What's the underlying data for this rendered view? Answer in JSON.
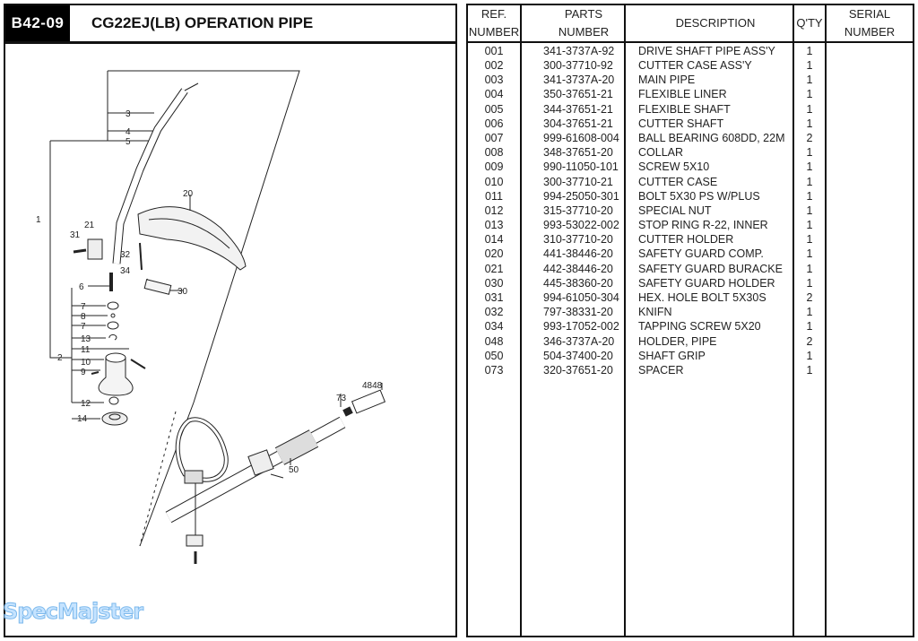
{
  "header": {
    "code": "B42-09",
    "title": "CG22EJ(LB)  OPERATION PIPE"
  },
  "diagram": {
    "callouts": [
      "1",
      "2",
      "3",
      "4",
      "5",
      "6",
      "7",
      "8",
      "7",
      "13",
      "11",
      "10",
      "9",
      "12",
      "14",
      "20",
      "21",
      "31",
      "32",
      "34",
      "30",
      "73",
      "4848",
      "50"
    ]
  },
  "watermark": "SpecMajster",
  "table": {
    "headers": {
      "ref": [
        "REF.",
        "NUMBER"
      ],
      "part": [
        "PARTS",
        "NUMBER"
      ],
      "desc": "DESCRIPTION",
      "qty": "Q'TY",
      "serial": [
        "SERIAL",
        "NUMBER"
      ]
    },
    "rows": [
      {
        "ref": "001",
        "part": "341-3737A-92",
        "desc": "DRIVE SHAFT PIPE ASS'Y",
        "qty": "1",
        "serial": ""
      },
      {
        "ref": "002",
        "part": "300-37710-92",
        "desc": "CUTTER CASE ASS'Y",
        "qty": "1",
        "serial": ""
      },
      {
        "ref": "003",
        "part": "341-3737A-20",
        "desc": "MAIN PIPE",
        "qty": "1",
        "serial": ""
      },
      {
        "ref": "004",
        "part": "350-37651-21",
        "desc": "FLEXIBLE LINER",
        "qty": "1",
        "serial": ""
      },
      {
        "ref": "005",
        "part": "344-37651-21",
        "desc": "FLEXIBLE SHAFT",
        "qty": "1",
        "serial": ""
      },
      {
        "ref": "006",
        "part": "304-37651-21",
        "desc": "CUTTER SHAFT",
        "qty": "1",
        "serial": ""
      },
      {
        "ref": "007",
        "part": "999-61608-004",
        "desc": "BALL BEARING 608DD, 22M",
        "qty": "2",
        "serial": ""
      },
      {
        "ref": "008",
        "part": "348-37651-20",
        "desc": "COLLAR",
        "qty": "1",
        "serial": ""
      },
      {
        "ref": "009",
        "part": "990-11050-101",
        "desc": "SCREW 5X10",
        "qty": "1",
        "serial": ""
      },
      {
        "ref": "010",
        "part": "300-37710-21",
        "desc": "CUTTER CASE",
        "qty": "1",
        "serial": ""
      },
      {
        "ref": "011",
        "part": "994-25050-301",
        "desc": "BOLT 5X30 PS W/PLUS",
        "qty": "1",
        "serial": ""
      },
      {
        "ref": "012",
        "part": "315-37710-20",
        "desc": "SPECIAL NUT",
        "qty": "1",
        "serial": ""
      },
      {
        "ref": "013",
        "part": "993-53022-002",
        "desc": "STOP RING R-22, INNER",
        "qty": "1",
        "serial": ""
      },
      {
        "ref": "014",
        "part": "310-37710-20",
        "desc": "CUTTER HOLDER",
        "qty": "1",
        "serial": ""
      },
      {
        "ref": "020",
        "part": "441-38446-20",
        "desc": "SAFETY GUARD COMP.",
        "qty": "1",
        "serial": ""
      },
      {
        "ref": "021",
        "part": "442-38446-20",
        "desc": "SAFETY GUARD BURACKE",
        "qty": "1",
        "serial": ""
      },
      {
        "ref": "030",
        "part": "445-38360-20",
        "desc": "SAFETY GUARD HOLDER",
        "qty": "1",
        "serial": ""
      },
      {
        "ref": "031",
        "part": "994-61050-304",
        "desc": "HEX. HOLE BOLT 5X30S",
        "qty": "2",
        "serial": ""
      },
      {
        "ref": "032",
        "part": "797-38331-20",
        "desc": "KNIFN",
        "qty": "1",
        "serial": ""
      },
      {
        "ref": "034",
        "part": "993-17052-002",
        "desc": "TAPPING SCREW 5X20",
        "qty": "1",
        "serial": ""
      },
      {
        "ref": "048",
        "part": "346-3737A-20",
        "desc": "HOLDER, PIPE",
        "qty": "2",
        "serial": ""
      },
      {
        "ref": "050",
        "part": "504-37400-20",
        "desc": "SHAFT GRIP",
        "qty": "1",
        "serial": ""
      },
      {
        "ref": "073",
        "part": "320-37651-20",
        "desc": "SPACER",
        "qty": "1",
        "serial": ""
      }
    ]
  }
}
